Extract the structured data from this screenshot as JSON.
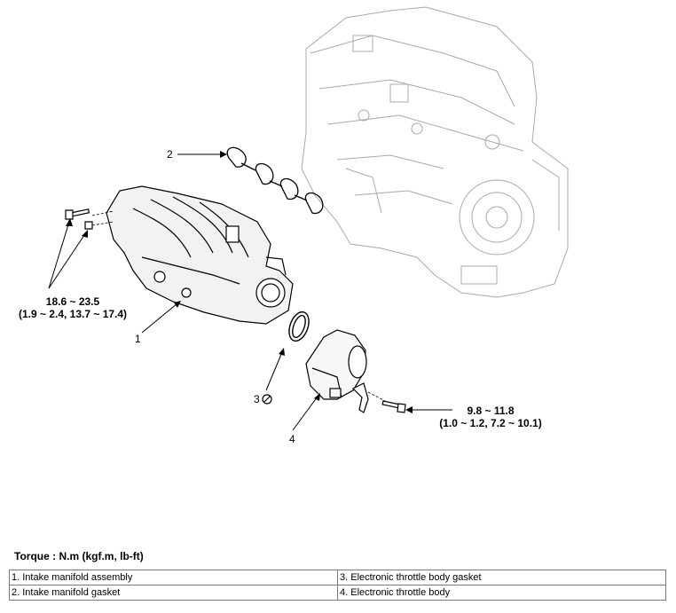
{
  "callouts": {
    "c1": "1",
    "c2": "2",
    "c3": "3",
    "c4": "4",
    "no_reuse_icon": "no-reuse-icon"
  },
  "torque_specs": {
    "manifold": {
      "nm": "18.6 ~ 23.5",
      "alt": "(1.9 ~ 2.4, 13.7 ~ 17.4)"
    },
    "throttle": {
      "nm": "9.8 ~ 11.8",
      "alt": "(1.0 ~ 1.2, 7.2 ~ 10.1)"
    }
  },
  "legend": {
    "heading": "Torque : N.m (kgf.m, lb-ft)",
    "rows": [
      [
        "1. Intake manifold assembly",
        "3. Electronic throttle body gasket"
      ],
      [
        "2. Intake manifold gasket",
        "4. Electronic throttle body"
      ]
    ]
  }
}
